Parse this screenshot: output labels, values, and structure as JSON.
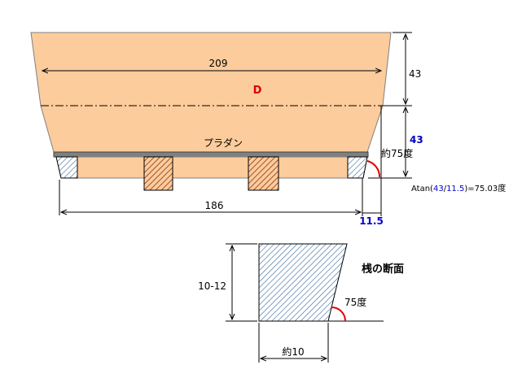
{
  "labels": {
    "top_width": "209",
    "d_label": "D",
    "height_upper": "43",
    "height_lower": "43",
    "approx_angle": "約75度",
    "pallet_label": "プラダン",
    "bottom_width": "186",
    "offset": "11.5",
    "atan_prefix": "Atan(",
    "atan_num": "43",
    "atan_slash": "/",
    "atan_den": "11.5",
    "atan_suffix": ")=75.03度",
    "section_title": "桟の断面",
    "section_height": "10-12",
    "section_angle": "75度",
    "section_width": "約10"
  },
  "colors": {
    "box_fill": "#fccc9c",
    "pallet": "#808080",
    "hatch_brown": "#a0522d",
    "hatch_blue": "#336699",
    "angle_red": "#e00000",
    "blue_text": "#0000cc"
  }
}
